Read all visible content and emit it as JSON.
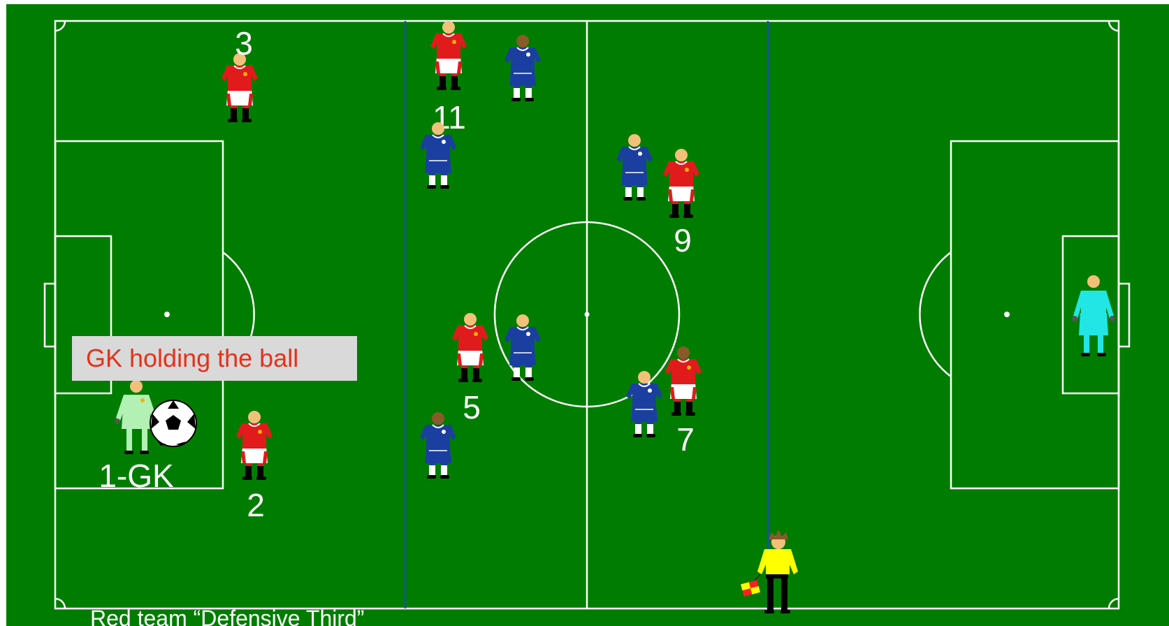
{
  "colors": {
    "pitch": "#007d00",
    "lines": "#ffffff",
    "third_line": "#1a4fb0",
    "red_team": "#e11b1b",
    "blue_team": "#1b3fa0",
    "home_gk": "#b3f0b3",
    "away_gk": "#22e6e6",
    "referee": "#ffff00",
    "callout_bg": "#d9d9d9",
    "callout_text": "#e8301a"
  },
  "callout": {
    "text": "GK holding the ball"
  },
  "caption": {
    "text": "Red team “Defensive Third”"
  },
  "players": {
    "red": [
      {
        "number": "3",
        "skin": "#f3c07a"
      },
      {
        "number": "11",
        "skin": "#f3c07a"
      },
      {
        "number": "9",
        "skin": "#f3c07a"
      },
      {
        "number": "5",
        "skin": "#f3c07a"
      },
      {
        "number": "7",
        "skin": "#8a5a2b"
      },
      {
        "number": "2",
        "skin": "#f3c07a"
      }
    ],
    "goalkeeper_label": "1-GK"
  }
}
